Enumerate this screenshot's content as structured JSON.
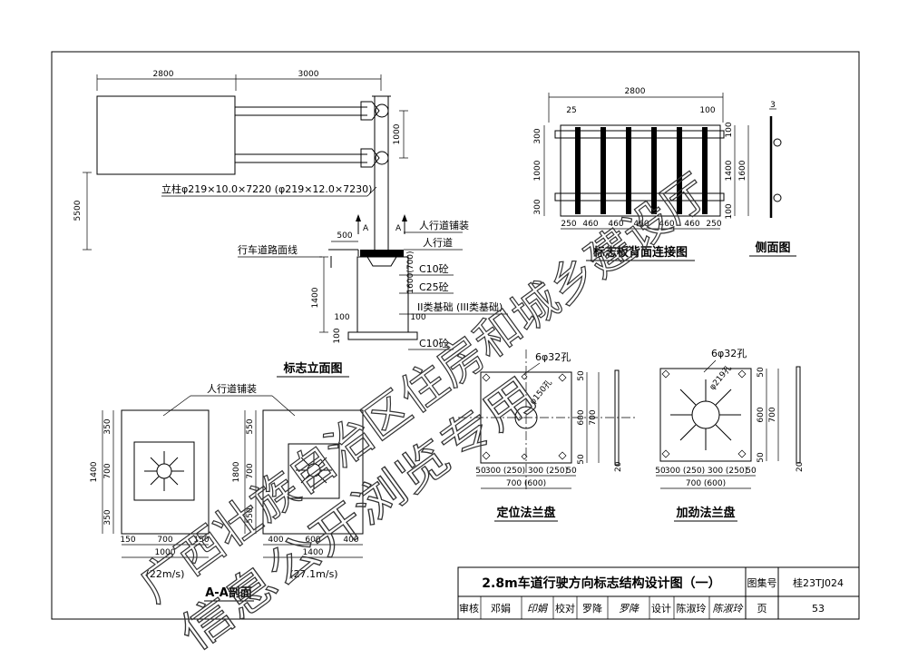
{
  "elevation": {
    "dim_2800": "2800",
    "dim_3000": "3000",
    "dim_1000": "1000",
    "dim_5500": "5500",
    "dim_500": "500",
    "dim_1400": "1400",
    "dim_1600": "1600(700)",
    "dim_100a": "100",
    "dim_100b": "100",
    "dim_100c": "100",
    "column_note": "立柱φ219×10.0×7220 (φ219×12.0×7230)",
    "sidewalk_paving": "人行道铺装",
    "sidewalk": "人行道",
    "road_line": "行车道路面线",
    "c10_top": "C10砼",
    "c25": "C25砼",
    "foundation": "II类基础 (III类基础)",
    "c10_bottom": "C10砼",
    "section_mark": "A",
    "title": "标志立面图"
  },
  "back": {
    "dim_2800": "2800",
    "dim_25": "25",
    "dim_100": "100",
    "left_dims": [
      "300",
      "1000",
      "300"
    ],
    "right_dims": [
      "100",
      "1400",
      "100"
    ],
    "dim_1600": "1600",
    "bottom_dims": [
      "250",
      "460",
      "460",
      "460",
      "460",
      "460",
      "250"
    ],
    "title": "标志板背面连接图"
  },
  "side": {
    "dim_3": "3",
    "title": "侧面图"
  },
  "flange1": {
    "holes": "6φ32孔",
    "center": "φ150孔",
    "right_dims": [
      "50",
      "600",
      "50"
    ],
    "right_total": "700",
    "bottom_dims": [
      "50",
      "300 (250)",
      "300 (250)",
      "50"
    ],
    "bottom_total": "700 (600)",
    "thickness": "20",
    "title": "定位法兰盘"
  },
  "flange2": {
    "holes": "6φ32孔",
    "center": "φ219孔",
    "right_dims": [
      "50",
      "600",
      "50"
    ],
    "right_total": "700",
    "bottom_dims": [
      "50",
      "300 (250)",
      "300 (250)",
      "50"
    ],
    "bottom_total": "700 (600)",
    "thickness": "20",
    "title": "加劲法兰盘"
  },
  "section": {
    "paving": "人行道铺装",
    "left": {
      "side_dims": [
        "350",
        "700",
        "350"
      ],
      "total": "1400",
      "bottom_dims": [
        "150",
        "700",
        "150"
      ],
      "bottom_total": "1000",
      "caption": "(22m/s)"
    },
    "right": {
      "side_dims": [
        "550",
        "700",
        "550"
      ],
      "total": "1800",
      "bottom_dims": [
        "400",
        "600",
        "400"
      ],
      "bottom_total": "1400",
      "caption": "(27.1m/s)"
    },
    "title": "A-A剖面"
  },
  "title_block": {
    "main_title": "2.8m车道行驶方向标志结构设计图（一）",
    "atlas_label": "图集号",
    "atlas_no": "桂23TJ024",
    "review": "审核",
    "reviewer": "邓娟",
    "review_sign": "印娟",
    "check": "校对",
    "checker": "罗降",
    "check_sign": "罗降",
    "design": "设计",
    "designer": "陈淑玲",
    "design_sign": "陈淑玲",
    "page_label": "页",
    "page_no": "53"
  },
  "watermark": {
    "line1": "广西壮族自治区住房和城乡建设厅",
    "line2": "信息公开浏览专用"
  }
}
